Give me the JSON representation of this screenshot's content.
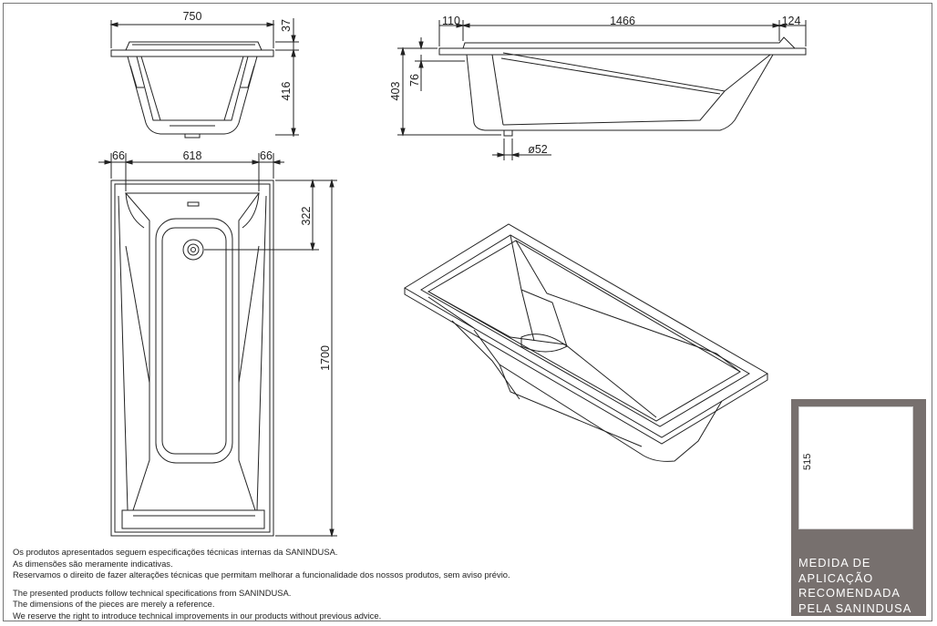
{
  "dimensions": {
    "front_width": "750",
    "rim_height": "37",
    "front_depth": "416",
    "side_left_ext": "110",
    "side_length": "1466",
    "side_right_ext": "124",
    "side_height": "403",
    "side_rim_drop": "76",
    "drain_diameter": "ø52",
    "plan_left_margin": "66",
    "plan_inner_width": "618",
    "plan_right_margin": "66",
    "plan_drain_offset": "322",
    "plan_length": "1700"
  },
  "notes": {
    "pt_1": "Os produtos apresentados seguem especificações técnicas internas da SANINDUSA.",
    "pt_2": "As dimensões são meramente indicativas.",
    "pt_3": "Reservamos o direito de fazer alterações técnicas que permitam melhorar a funcionalidade dos nossos produtos, sem aviso prévio.",
    "en_1": "The presented products follow technical specifications from SANINDUSA.",
    "en_2": "The dimensions of the pieces are merely a reference.",
    "en_3": "We reserve the right to introduce technical improvements in our products without previous advice."
  },
  "legend": {
    "height_value": "515",
    "line_1": "MEDIDA DE",
    "line_2": "APLICAÇÃO",
    "line_3": "RECOMENDADA",
    "line_4": "PELA SANINDUSA"
  },
  "colors": {
    "line": "#222222",
    "legend_bg": "#77706e",
    "frame": "#777777"
  }
}
